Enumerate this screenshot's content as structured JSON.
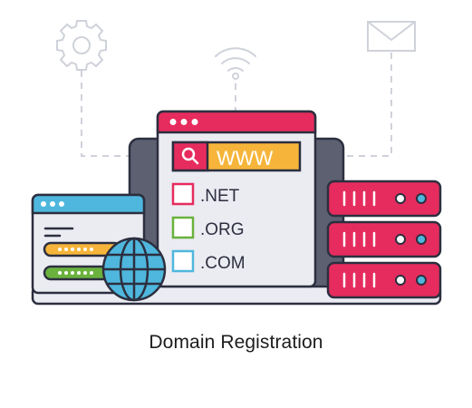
{
  "search": {
    "address": "WWW"
  },
  "domains": [
    {
      "label": ".NET",
      "color": "#e62c5e"
    },
    {
      "label": ".ORG",
      "color": "#6ab23d"
    },
    {
      "label": ".COM",
      "color": "#4fb7dd"
    }
  ],
  "caption": "Domain Registration",
  "colors": {
    "outline": "#2c2f3f",
    "pink": "#e62c5e",
    "yellow": "#f6b53a",
    "green": "#6ab23d",
    "blue": "#4fb7dd",
    "grey_panel": "#ebebf2",
    "dark_frame": "#5d6070"
  },
  "icons": [
    "gear-icon",
    "wifi-icon",
    "mail-icon",
    "search-icon",
    "globe-icon",
    "server-icon"
  ]
}
